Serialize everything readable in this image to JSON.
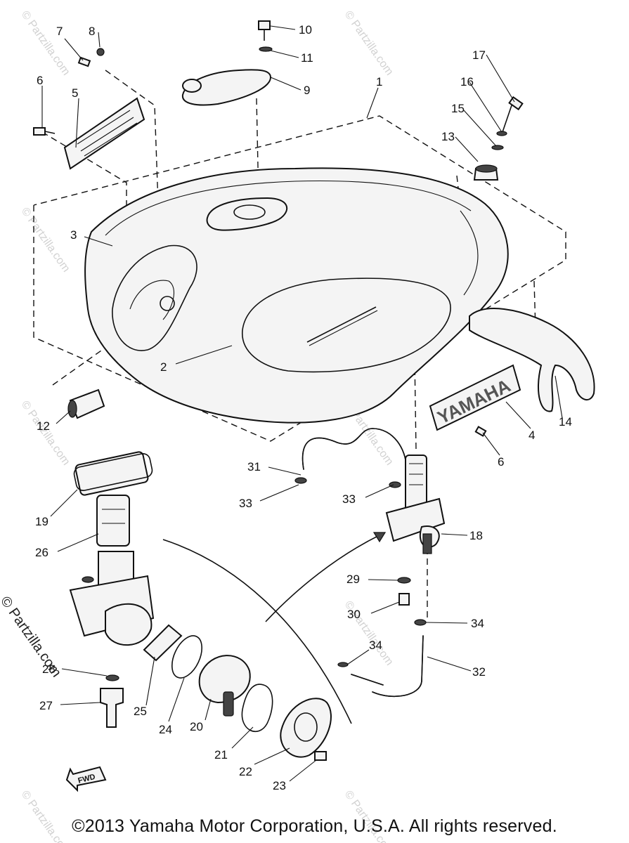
{
  "diagram": {
    "callouts": [
      "1",
      "2",
      "3",
      "4",
      "5",
      "6",
      "6",
      "7",
      "8",
      "9",
      "10",
      "11",
      "12",
      "13",
      "14",
      "15",
      "16",
      "17",
      "18",
      "19",
      "20",
      "21",
      "22",
      "23",
      "24",
      "25",
      "26",
      "27",
      "28",
      "29",
      "30",
      "31",
      "32",
      "33",
      "33",
      "34",
      "34"
    ],
    "emblem_text": "YAMAHA",
    "fwd_label": "FWD",
    "watermark": "© Partzilla.com",
    "side_watermark": "© Partzilla.com"
  },
  "footer": {
    "copyright": "©2013 Yamaha Motor Corporation, U.S.A. All rights reserved."
  }
}
